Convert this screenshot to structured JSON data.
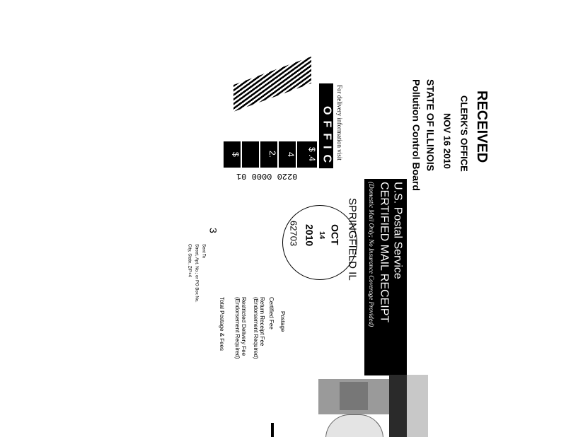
{
  "received_stamp": {
    "title": "RECEIVED",
    "office": "CLERK'S OFFICE",
    "date": "NOV 16 2010",
    "state": "STATE OF ILLINOIS",
    "board": "Pollution Control Board"
  },
  "official_use": {
    "banner": "OFFIC",
    "info": "For delivery information visit",
    "amounts": [
      "$",
      "",
      "2.",
      "4",
      "$ .4"
    ]
  },
  "article_number": "0220 0000 01",
  "receipt": {
    "header": "U.S. Postal Service",
    "title": "CERTIFIED MAIL RECEIPT",
    "subtitle": "(Domestic Mail Only; No Insurance Coverage Provided)"
  },
  "postmark": {
    "city": "SPRINGFIELD IL",
    "month": "OCT",
    "day": "14",
    "year": "2010",
    "zip": "62703"
  },
  "fees": [
    "Postage",
    "Certified Fee",
    "Return Receipt Fee (Endorsement Required)",
    "Restricted Delivery Fee (Endorsement Required)",
    "Total Postage & Fees"
  ],
  "recipient_labels": [
    "Sent To",
    "Street, Apt. No.; or PO Box No.",
    "City, State, ZIP+4"
  ],
  "recipient_number": "3"
}
